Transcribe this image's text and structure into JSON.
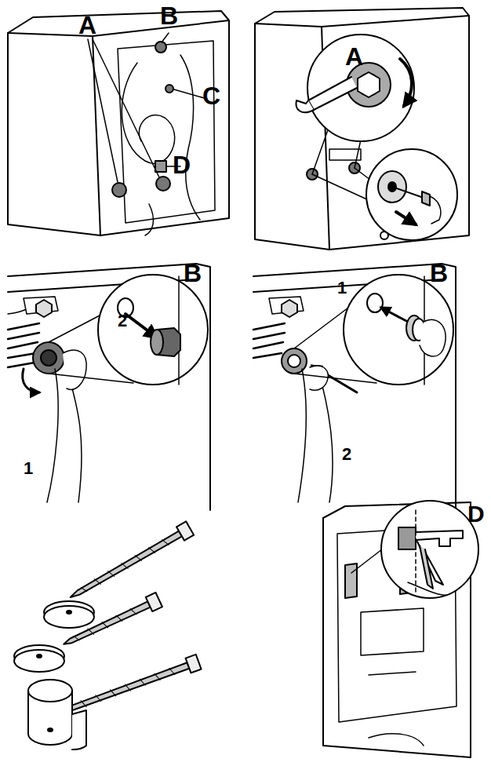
{
  "diagram": {
    "labels": [
      "A",
      "B",
      "C",
      "D",
      "A",
      "B",
      "2",
      "1",
      "B",
      "1",
      "2",
      "D"
    ]
  }
}
